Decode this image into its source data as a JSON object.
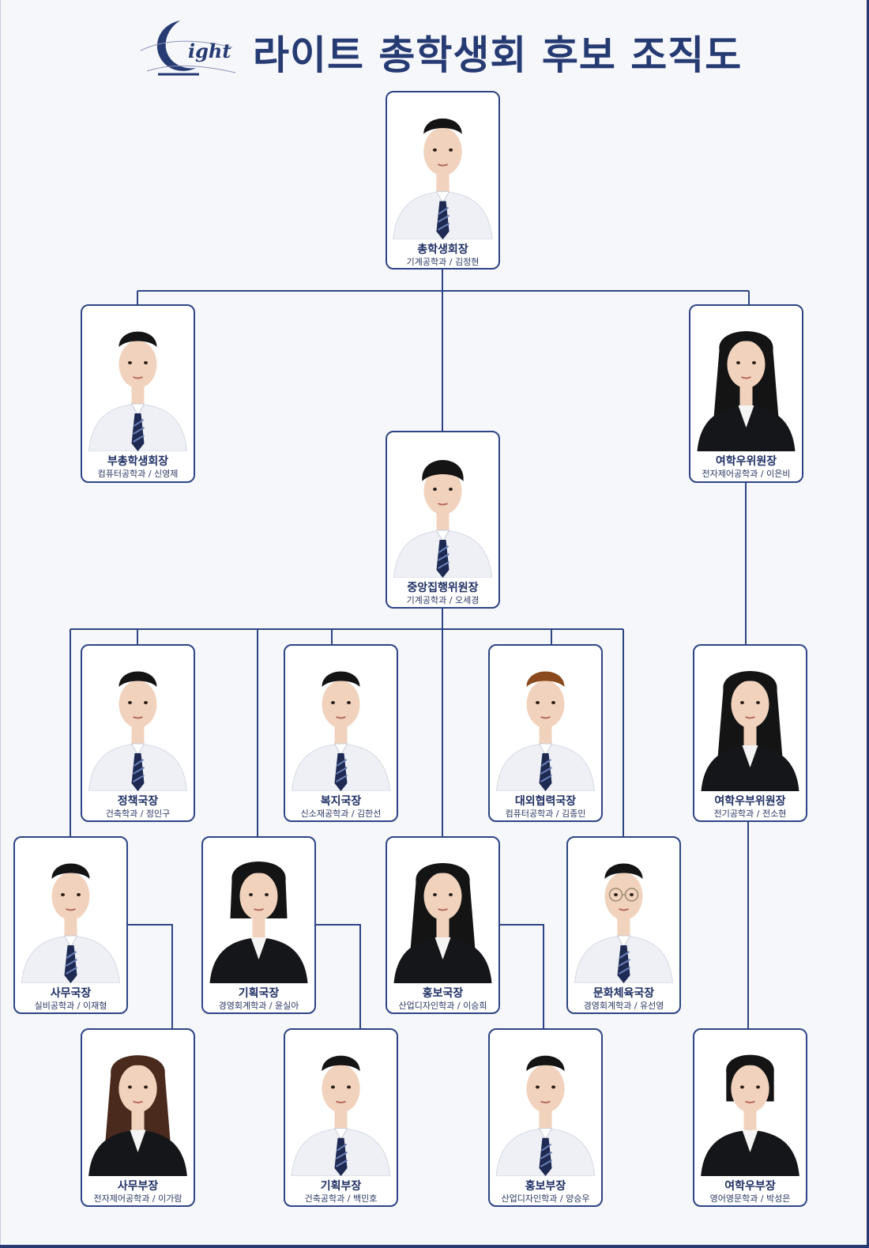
{
  "header": {
    "logo_text": "ight",
    "title": "라이트 총학생회 후보 조직도"
  },
  "colors": {
    "navy": "#273b73",
    "line": "#2e4585",
    "background": "#f6f7fb"
  },
  "members": [
    {
      "id": "president",
      "role": "총학생회장",
      "info": "기계공학과 / 김정현",
      "hair": "short",
      "outfit": "shirt-tie"
    },
    {
      "id": "vice_president",
      "role": "부총학생회장",
      "info": "컴퓨터공학과 / 신영제",
      "hair": "short",
      "outfit": "shirt-tie"
    },
    {
      "id": "women_chair",
      "role": "여학우위원장",
      "info": "전자제어공학과 / 이은비",
      "hair": "long",
      "outfit": "black-top"
    },
    {
      "id": "central_exec",
      "role": "중앙집행위원장",
      "info": "기계공학과 / 오세경",
      "hair": "bowl",
      "outfit": "shirt-tie"
    },
    {
      "id": "policy",
      "role": "정책국장",
      "info": "건축학과 / 정인구",
      "hair": "short",
      "outfit": "shirt-tie"
    },
    {
      "id": "welfare",
      "role": "복지국장",
      "info": "신소재공학과 / 김한선",
      "hair": "short",
      "outfit": "shirt-tie"
    },
    {
      "id": "external",
      "role": "대외협력국장",
      "info": "컴퓨터공학과 / 김종민",
      "hair": "brown",
      "outfit": "shirt-tie"
    },
    {
      "id": "women_vice",
      "role": "여학우부위원장",
      "info": "전기공학과 / 전소현",
      "hair": "long",
      "outfit": "black-jacket"
    },
    {
      "id": "general_affairs",
      "role": "사무국장",
      "info": "실비공학과 / 이재형",
      "hair": "short",
      "outfit": "shirt-tie"
    },
    {
      "id": "planning",
      "role": "기획국장",
      "info": "경영회계학과 / 윤실아",
      "hair": "bob",
      "outfit": "black-jacket"
    },
    {
      "id": "pr",
      "role": "홍보국장",
      "info": "산업디자인학과 / 이승희",
      "hair": "long",
      "outfit": "black-jacket"
    },
    {
      "id": "culture_sports",
      "role": "문화체육국장",
      "info": "경영회계학과 / 유선영",
      "hair": "short",
      "outfit": "shirt-tie",
      "glasses": true
    },
    {
      "id": "general_affairs_dept",
      "role": "사무부장",
      "info": "전자제어공학과 / 이가람",
      "hair": "long-brown",
      "outfit": "black-jacket"
    },
    {
      "id": "planning_dept",
      "role": "기획부장",
      "info": "건축공학과 / 백민호",
      "hair": "short",
      "outfit": "shirt-tie"
    },
    {
      "id": "pr_dept",
      "role": "홍보부장",
      "info": "산업디자인학과 / 양승우",
      "hair": "short",
      "outfit": "shirt-tie"
    },
    {
      "id": "women_dept",
      "role": "여학우부장",
      "info": "영어영문학과 / 박성은",
      "hair": "short-f",
      "outfit": "black-jacket"
    }
  ]
}
